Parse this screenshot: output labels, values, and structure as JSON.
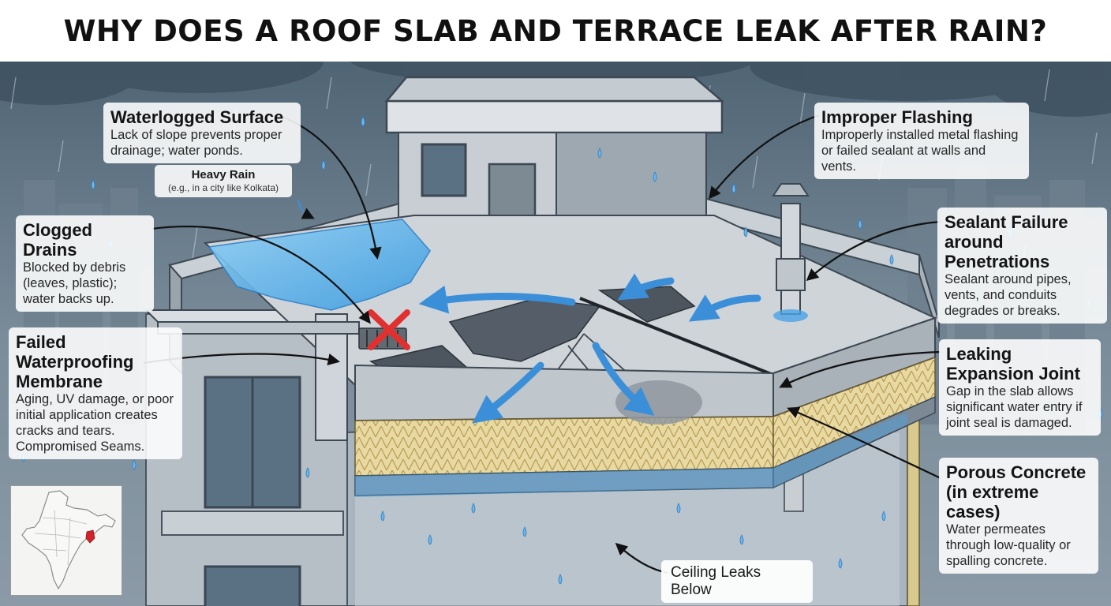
{
  "title": "WHY DOES A ROOF SLAB AND TERRACE LEAK AFTER RAIN?",
  "colors": {
    "sky": "#5f7383",
    "water": "#4aa3e6",
    "concrete": "#d3d7dc",
    "insulation": "#e6d7a0",
    "arrow_blue": "#3b8fd9",
    "warning_red": "#e03030",
    "map_highlight": "#d2232a"
  },
  "callouts": {
    "waterlogged": {
      "head": "Waterlogged Surface",
      "body": "Lack of slope prevents proper drainage; water ponds."
    },
    "heavy_rain": {
      "head": "Heavy Rain",
      "body": "(e.g., in a city like Kolkata)"
    },
    "clogged": {
      "head": "Clogged Drains",
      "body": "Blocked by debris (leaves, plastic); water backs up."
    },
    "membrane": {
      "head": "Failed Waterproofing Membrane",
      "body": "Aging, UV damage, or poor initial application creates cracks and tears. Compromised Seams."
    },
    "flashing": {
      "head": "Improper Flashing",
      "body": "Improperly installed metal flashing or failed sealant at walls and vents."
    },
    "sealant": {
      "head": "Sealant Failure around Penetrations",
      "body": "Sealant around pipes, vents, and conduits degrades or breaks."
    },
    "expansion": {
      "head": "Leaking Expansion Joint",
      "body": "Gap in the slab allows significant water entry if joint seal is damaged."
    },
    "porous": {
      "head": "Porous Concrete (in extreme cases)",
      "body": "Water permeates through low-quality or spalling concrete."
    },
    "ceiling": {
      "head": "Ceiling Leaks Below"
    }
  },
  "icons": [
    "rain-drop-icon",
    "blocked-drain-x-icon",
    "vent-pipe-icon",
    "india-map-icon",
    "flow-arrow-icon"
  ]
}
